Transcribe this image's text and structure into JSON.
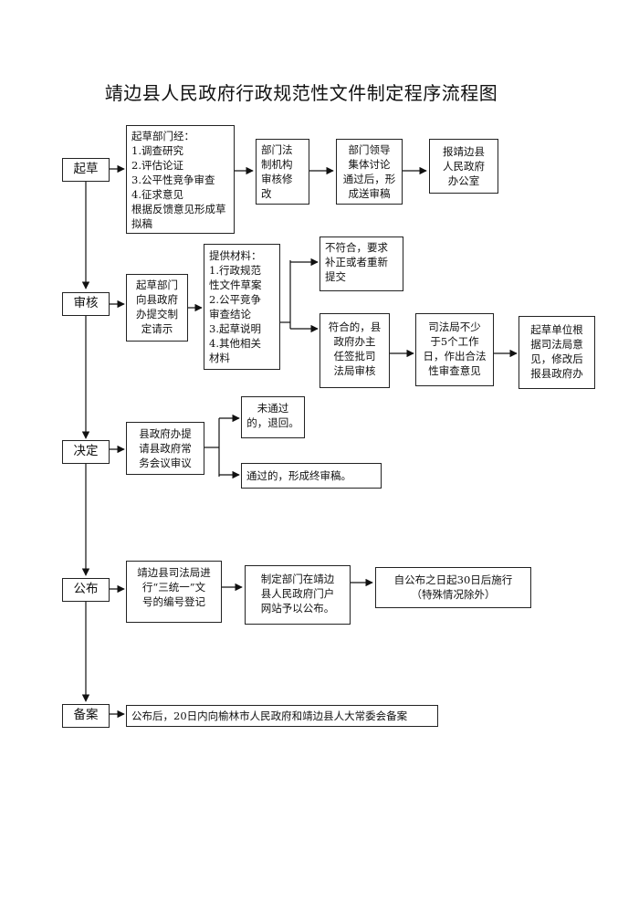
{
  "title": "靖边县人民政府行政规范性文件制定程序流程图",
  "stages": {
    "draft": "起草",
    "review": "审核",
    "decide": "决定",
    "publish": "公布",
    "record": "备案"
  },
  "draft": {
    "box1": "起草部门经：\n1.调查研究\n2.评估论证\n3.公平性竞争审查\n4.征求意见\n根据反馈意见形成草拟稿",
    "box2": "部门法\n制机构\n审核修\n改",
    "box3": "部门领导\n集体讨论\n通过后，形\n成送审稿",
    "box4": "报靖边县\n人民政府\n办公室"
  },
  "review": {
    "box1": "起草部门\n向县政府\n办提交制\n定请示",
    "box2": "提供材料：\n1.行政规范\n性文件草案\n2.公平竞争\n审查结论\n3.起草说明\n4.其他相关\n材料",
    "fail": "不符合，要求\n补正或者重新\n提交",
    "pass": "符合的，县\n政府办主\n任签批司\n法局审核",
    "justice": "司法局不少\n于5个工作\n日，作出合法\n性审查意见",
    "revise": "起草单位根\n据司法局意\n见，修改后\n报县政府办"
  },
  "decide": {
    "box1": "县政府办提\n请县政府常\n务会议审议",
    "fail": "未通过\n的，退回。",
    "pass": "通过的，形成终审稿。"
  },
  "publish": {
    "box1": "靖边县司法局进\n行“三统一”文\n号的编号登记",
    "box2": "制定部门在靖边\n县人民政府门户\n网站予以公布。",
    "box3": "自公布之日起30日后施行\n（特殊情况除外）"
  },
  "record": {
    "box1": "公布后，20日内向榆林市人民政府和靖边县人大常委会备案"
  }
}
